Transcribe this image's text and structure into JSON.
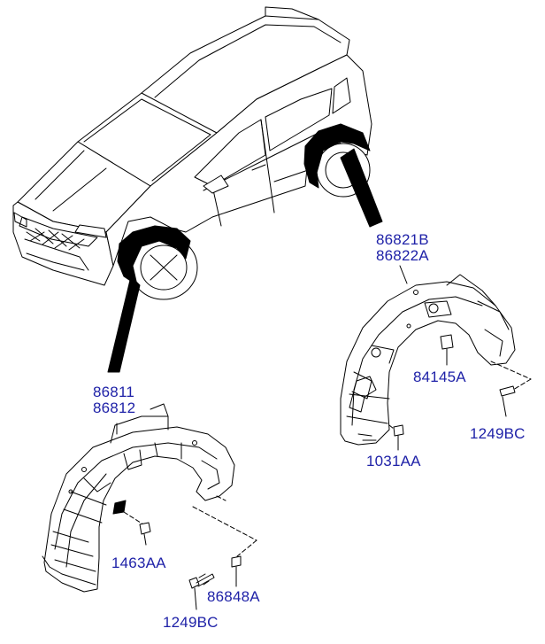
{
  "colors": {
    "label": "#1f22a8",
    "line": "#000000",
    "background": "#ffffff"
  },
  "parts": {
    "front_liner": {
      "part_numbers": [
        "86811",
        "86812"
      ]
    },
    "rear_liner": {
      "part_numbers": [
        "86821B",
        "86822A"
      ]
    },
    "fasteners": {
      "front_clip": "1463AA",
      "front_screw": "1249BC",
      "front_nut": "86848A",
      "rear_grommet": "84145A",
      "rear_screw": "1249BC",
      "rear_clip": "1031AA"
    }
  }
}
